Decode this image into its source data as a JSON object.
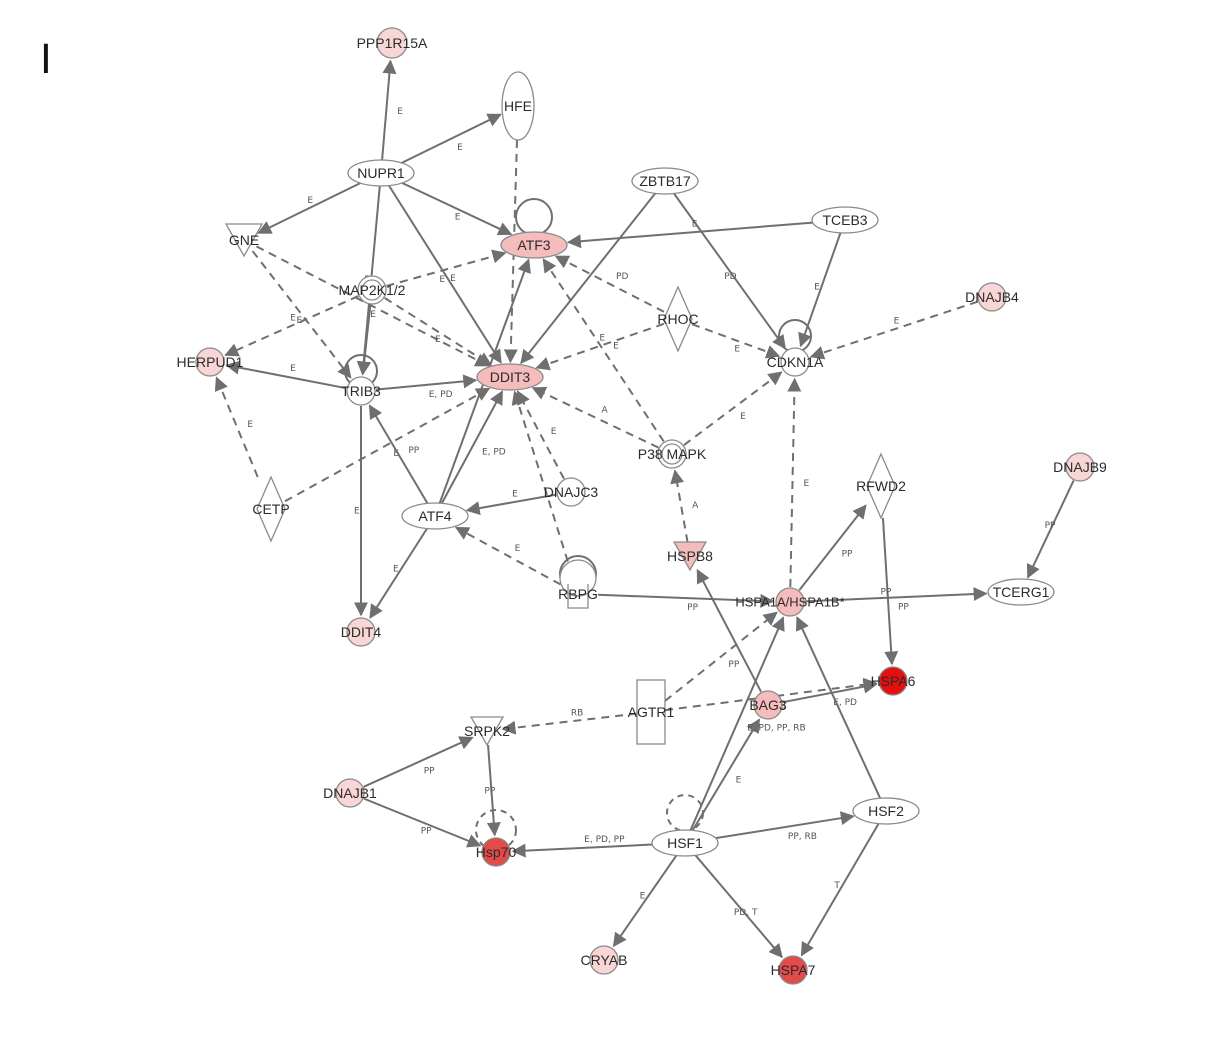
{
  "panel_label": "I",
  "colors": {
    "none": "#ffffff",
    "light": "#f8d6d6",
    "medium": "#f5bcbc",
    "strong": "#e34a4a",
    "darkest": "#e50f0f",
    "edge": "#6f6f6f"
  },
  "nodes": [
    {
      "id": "PPP1R15A",
      "label": "PPP1R15A"
    },
    {
      "id": "HFE",
      "label": "HFE"
    },
    {
      "id": "NUPR1",
      "label": "NUPR1"
    },
    {
      "id": "ZBTB17",
      "label": "ZBTB17"
    },
    {
      "id": "TCEB3",
      "label": "TCEB3"
    },
    {
      "id": "GNE",
      "label": "GNE"
    },
    {
      "id": "ATF3",
      "label": "ATF3"
    },
    {
      "id": "MAP2K1/2",
      "label": "MAP2K1/2"
    },
    {
      "id": "RHOC",
      "label": "RHOC"
    },
    {
      "id": "DNAJB4",
      "label": "DNAJB4"
    },
    {
      "id": "HERPUD1",
      "label": "HERPUD1"
    },
    {
      "id": "TRIB3",
      "label": "TRIB3"
    },
    {
      "id": "DDIT3",
      "label": "DDIT3"
    },
    {
      "id": "CDKN1A",
      "label": "CDKN1A"
    },
    {
      "id": "P38 MAPK",
      "label": "P38 MAPK"
    },
    {
      "id": "DNAJB9",
      "label": "DNAJB9"
    },
    {
      "id": "RFWD2",
      "label": "RFWD2"
    },
    {
      "id": "CETP",
      "label": "CETP"
    },
    {
      "id": "ATF4",
      "label": "ATF4"
    },
    {
      "id": "DNAJC3",
      "label": "DNAJC3"
    },
    {
      "id": "HSPB8",
      "label": "HSPB8"
    },
    {
      "id": "RBPG",
      "label": "RBPG"
    },
    {
      "id": "HSPA1A/HSPA1B*",
      "label": "HSPA1A/HSPA1B*"
    },
    {
      "id": "TCERG1",
      "label": "TCERG1"
    },
    {
      "id": "DDIT4",
      "label": "DDIT4"
    },
    {
      "id": "HSPA6",
      "label": "HSPA6"
    },
    {
      "id": "AGTR1",
      "label": "AGTR1"
    },
    {
      "id": "BAG3",
      "label": "BAG3"
    },
    {
      "id": "SRPK2",
      "label": "SRPK2"
    },
    {
      "id": "DNAJB1",
      "label": "DNAJB1"
    },
    {
      "id": "Hsp70",
      "label": "Hsp70"
    },
    {
      "id": "HSF1",
      "label": "HSF1"
    },
    {
      "id": "HSF2",
      "label": "HSF2"
    },
    {
      "id": "CRYAB",
      "label": "CRYAB"
    },
    {
      "id": "HSPA7",
      "label": "HSPA7"
    }
  ],
  "edges": [
    {
      "from": "NUPR1",
      "to": "PPP1R15A",
      "label": "E",
      "dashed": false
    },
    {
      "from": "NUPR1",
      "to": "HFE",
      "label": "E",
      "dashed": false
    },
    {
      "from": "NUPR1",
      "to": "GNE",
      "label": "E",
      "dashed": false
    },
    {
      "from": "NUPR1",
      "to": "ATF3",
      "label": "E",
      "dashed": false
    },
    {
      "from": "NUPR1",
      "to": "DDIT3",
      "label": "E",
      "dashed": false
    },
    {
      "from": "NUPR1",
      "to": "TRIB3",
      "label": "E",
      "dashed": false
    },
    {
      "from": "HFE",
      "to": "DDIT3",
      "label": "",
      "dashed": true
    },
    {
      "from": "ZBTB17",
      "to": "DDIT3",
      "label": "",
      "dashed": false
    },
    {
      "from": "ZBTB17",
      "to": "CDKN1A",
      "label": "PD",
      "dashed": false
    },
    {
      "from": "TCEB3",
      "to": "ATF3",
      "label": "E",
      "dashed": false
    },
    {
      "from": "TCEB3",
      "to": "CDKN1A",
      "label": "E",
      "dashed": false
    },
    {
      "from": "GNE",
      "to": "DDIT3",
      "label": "E",
      "dashed": true
    },
    {
      "from": "GNE",
      "to": "TRIB3",
      "label": "E",
      "dashed": true
    },
    {
      "from": "MAP2K1/2",
      "to": "ATF3",
      "label": "E",
      "dashed": true
    },
    {
      "from": "MAP2K1/2",
      "to": "DDIT3",
      "label": "E",
      "dashed": true
    },
    {
      "from": "MAP2K1/2",
      "to": "HERPUD1",
      "label": "E",
      "dashed": true
    },
    {
      "from": "MAP2K1/2",
      "to": "TRIB3",
      "label": "",
      "dashed": false
    },
    {
      "from": "RHOC",
      "to": "ATF3",
      "label": "PD",
      "dashed": true
    },
    {
      "from": "RHOC",
      "to": "DDIT3",
      "label": "E",
      "dashed": true
    },
    {
      "from": "RHOC",
      "to": "CDKN1A",
      "label": "E",
      "dashed": true
    },
    {
      "from": "DNAJB4",
      "to": "CDKN1A",
      "label": "E",
      "dashed": true
    },
    {
      "from": "TRIB3",
      "to": "HERPUD1",
      "label": "E",
      "dashed": false
    },
    {
      "from": "TRIB3",
      "to": "DDIT3",
      "label": "E, PD",
      "dashed": false
    },
    {
      "from": "TRIB3",
      "to": "DDIT4",
      "label": "E",
      "dashed": false
    },
    {
      "from": "CETP",
      "to": "HERPUD1",
      "label": "E",
      "dashed": true
    },
    {
      "from": "CETP",
      "to": "DDIT3",
      "label": "E",
      "dashed": true
    },
    {
      "from": "ATF4",
      "to": "TRIB3",
      "label": "PP",
      "dashed": false
    },
    {
      "from": "ATF4",
      "to": "DDIT3",
      "label": "E, PD",
      "dashed": false
    },
    {
      "from": "ATF4",
      "to": "ATF3",
      "label": "",
      "dashed": false
    },
    {
      "from": "ATF4",
      "to": "DDIT4",
      "label": "E",
      "dashed": false
    },
    {
      "from": "DNAJC3",
      "to": "ATF4",
      "label": "E",
      "dashed": false
    },
    {
      "from": "DNAJC3",
      "to": "DDIT3",
      "label": "E",
      "dashed": true
    },
    {
      "from": "P38 MAPK",
      "to": "DDIT3",
      "label": "A",
      "dashed": true
    },
    {
      "from": "P38 MAPK",
      "to": "ATF3",
      "label": "E",
      "dashed": true
    },
    {
      "from": "P38 MAPK",
      "to": "CDKN1A",
      "label": "E",
      "dashed": true
    },
    {
      "from": "HSPB8",
      "to": "P38 MAPK",
      "label": "A",
      "dashed": true
    },
    {
      "from": "RBPG",
      "to": "ATF4",
      "label": "E",
      "dashed": true
    },
    {
      "from": "RBPG",
      "to": "DDIT3",
      "label": "",
      "dashed": true
    },
    {
      "from": "RBPG",
      "to": "HSPA1A/HSPA1B*",
      "label": "PP",
      "dashed": false
    },
    {
      "from": "HSPA1A/HSPA1B*",
      "to": "CDKN1A",
      "label": "E",
      "dashed": true
    },
    {
      "from": "HSPA1A/HSPA1B*",
      "to": "RFWD2",
      "label": "PP",
      "dashed": false
    },
    {
      "from": "HSPA1A/HSPA1B*",
      "to": "TCERG1",
      "label": "PP",
      "dashed": false
    },
    {
      "from": "DNAJB9",
      "to": "TCERG1",
      "label": "PP",
      "dashed": false
    },
    {
      "from": "RFWD2",
      "to": "HSPA6",
      "label": "PP",
      "dashed": false
    },
    {
      "from": "AGTR1",
      "to": "HSPA1A/HSPA1B*",
      "label": "PP",
      "dashed": true
    },
    {
      "from": "AGTR1",
      "to": "HSPA6",
      "label": "RB",
      "dashed": true
    },
    {
      "from": "AGTR1",
      "to": "SRPK2",
      "label": "RB",
      "dashed": true
    },
    {
      "from": "BAG3",
      "to": "HSPB8",
      "label": "",
      "dashed": false
    },
    {
      "from": "BAG3",
      "to": "HSPA6",
      "label": "E, PD",
      "dashed": false
    },
    {
      "from": "HSF1",
      "to": "BAG3",
      "label": "E",
      "dashed": false
    },
    {
      "from": "HSF1",
      "to": "HSPA1A/HSPA1B*",
      "label": "E, PD, PP, RB",
      "dashed": false
    },
    {
      "from": "HSF1",
      "to": "Hsp70",
      "label": "E, PD, PP",
      "dashed": false
    },
    {
      "from": "HSF1",
      "to": "HSF2",
      "label": "PP, RB",
      "dashed": false
    },
    {
      "from": "HSF1",
      "to": "CRYAB",
      "label": "E",
      "dashed": false
    },
    {
      "from": "HSF1",
      "to": "HSPA7",
      "label": "PD, T",
      "dashed": false
    },
    {
      "from": "HSF2",
      "to": "HSPA1A/HSPA1B*",
      "label": "",
      "dashed": false
    },
    {
      "from": "HSF2",
      "to": "HSPA7",
      "label": "T",
      "dashed": false
    },
    {
      "from": "DNAJB1",
      "to": "SRPK2",
      "label": "PP",
      "dashed": false
    },
    {
      "from": "DNAJB1",
      "to": "Hsp70",
      "label": "PP",
      "dashed": false
    },
    {
      "from": "SRPK2",
      "to": "Hsp70",
      "label": "PP",
      "dashed": false
    }
  ]
}
